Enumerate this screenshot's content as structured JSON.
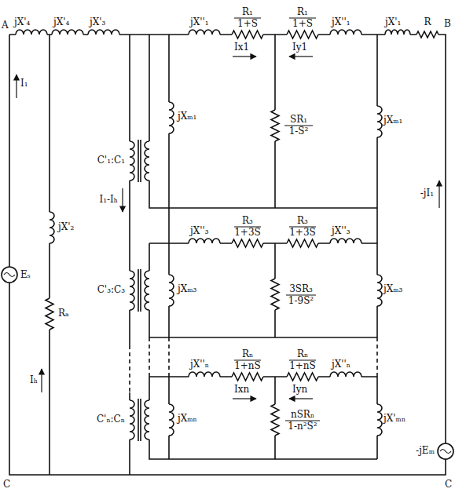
{
  "diagram": {
    "labels": [
      "A",
      "jX'₄",
      "jX'₄",
      "jX'₃",
      "jX''₁",
      "R₁",
      "1+S",
      "R₁",
      "1+S",
      "jX''₁",
      "jX'₁",
      "R",
      "B",
      "Ix1",
      "Iy1",
      "jXₘ₁",
      "SR₁",
      "1-S²",
      "jXₘ₁",
      "C'₁:C₁",
      "I₁",
      "jX'₂",
      "I₁-Iₕ",
      "Rₐ",
      "Iₕ",
      "Eₛ",
      "-jI₁",
      "-jEₘ",
      "C'₃:C₃",
      "jXₘ₃",
      "jX''₃",
      "R₃",
      "1+3S",
      "R₃",
      "1+3S",
      "jX''₃",
      "3SR₃",
      "1-9S²",
      "jXₘ₃",
      "C'ₙ:Cₙ",
      "jXₘₙ",
      "jX''ₙ",
      "Rₙ",
      "1+nS",
      "Rₙ",
      "1+nS",
      "jX''ₙ",
      "Ixn",
      "Iyn",
      "nSRₙ",
      "1-n²S²",
      "jX'ₘₙ",
      "C",
      "C"
    ]
  }
}
